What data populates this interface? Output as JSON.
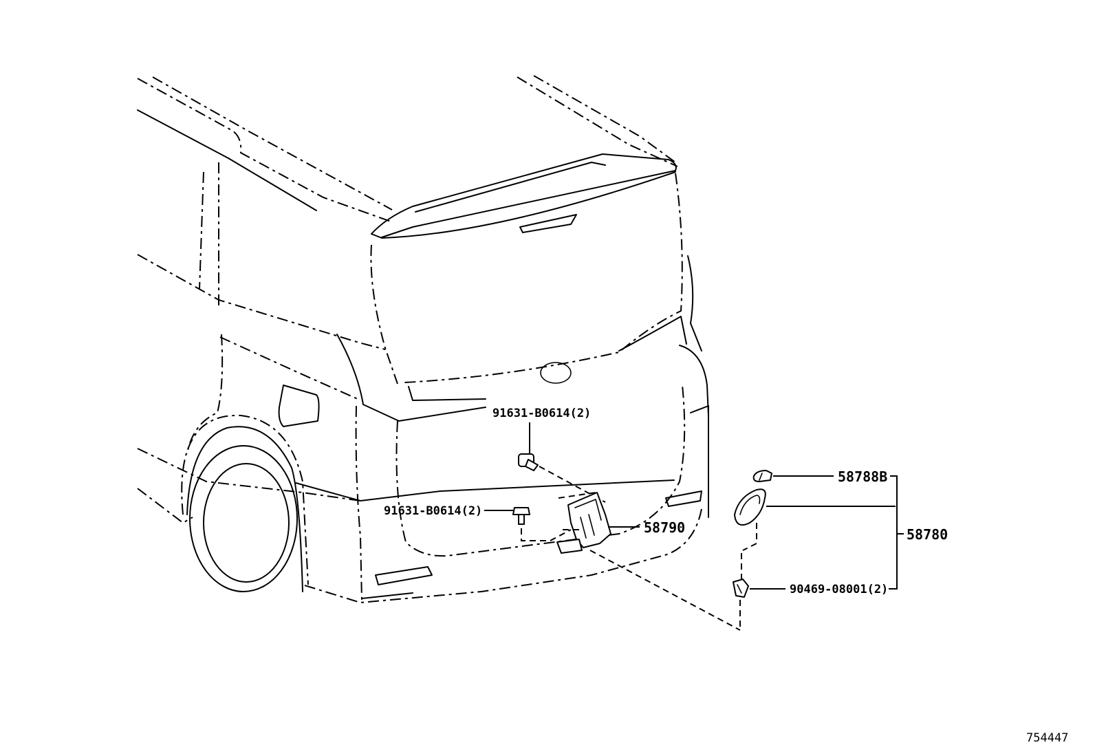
{
  "diagram": {
    "callouts": [
      {
        "id": "bolt-upper",
        "text": "91631-B0614(2)"
      },
      {
        "id": "bolt-lower",
        "text": "91631-B0614(2)"
      },
      {
        "id": "bracket",
        "text": "58790"
      },
      {
        "id": "hook",
        "text": "58788B"
      },
      {
        "id": "cover-assy",
        "text": "58780"
      },
      {
        "id": "clip",
        "text": "90469-08001(2)"
      }
    ],
    "reference_number": "754447"
  }
}
